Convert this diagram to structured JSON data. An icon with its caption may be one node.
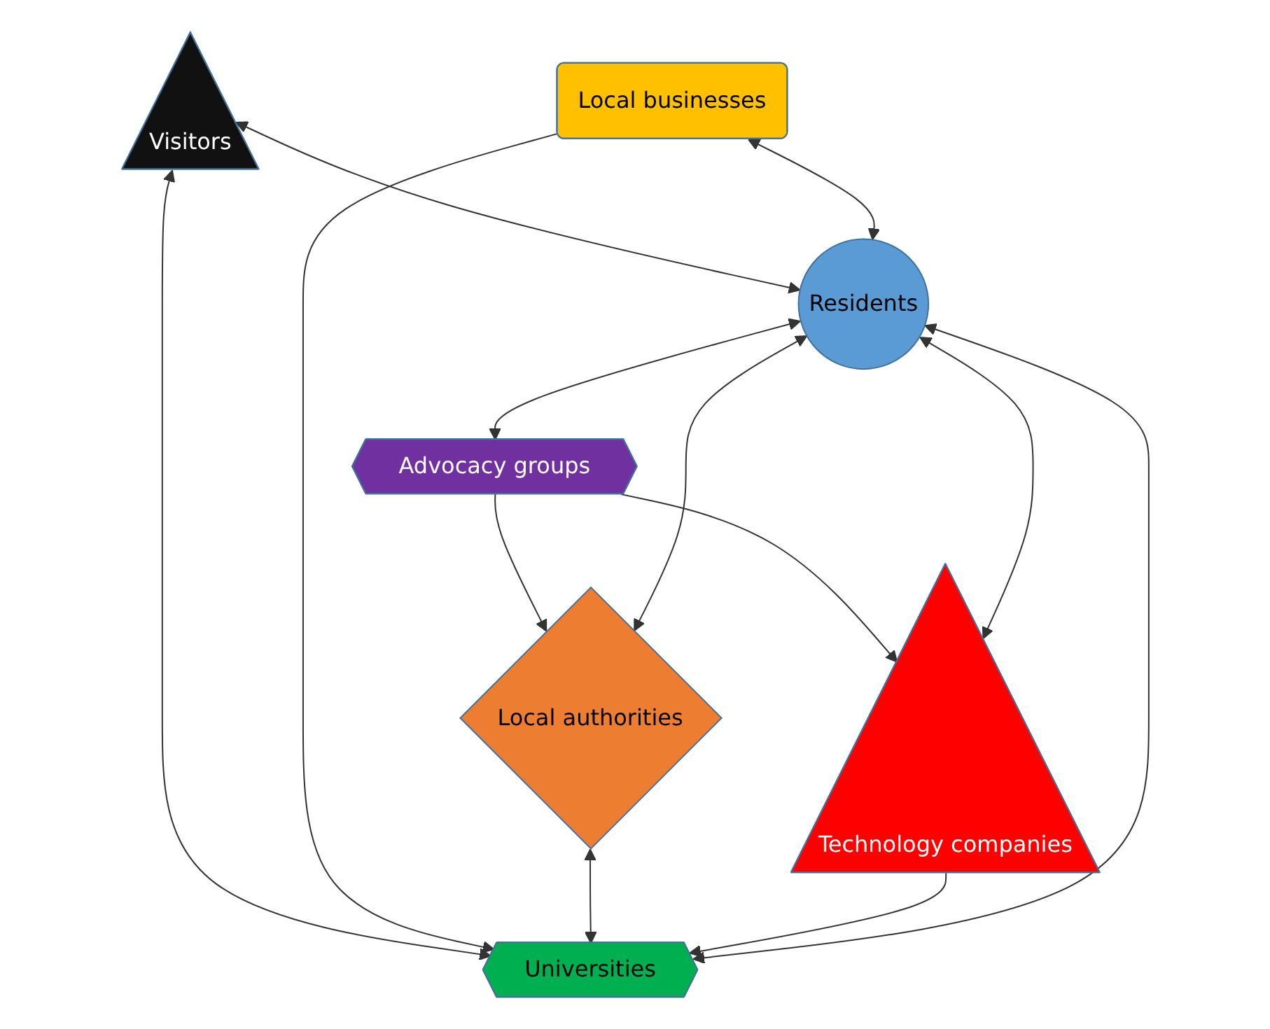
{
  "diagram": {
    "nodes": [
      {
        "text": [
          "Visitors"
        ]
      },
      {
        "text": [
          "Local businesses"
        ]
      },
      {
        "text": [
          "Local authorities"
        ]
      },
      {
        "text": [
          "Advocacy groups"
        ]
      },
      {
        "text": [
          "Residents"
        ]
      },
      {
        "text": [
          "Universities"
        ]
      },
      {
        "text": [
          "Technology companies"
        ]
      }
    ],
    "edges": [
      {
        "from": 0,
        "to": 4,
        "arrow": "both"
      },
      {
        "from": 0,
        "to": 5,
        "arrow": "both"
      },
      {
        "from": 1,
        "to": 5,
        "arrow": "to"
      },
      {
        "from": 1,
        "to": 4,
        "arrow": "both"
      },
      {
        "from": 2,
        "to": 4,
        "arrow": "both"
      },
      {
        "from": 2,
        "to": 5,
        "arrow": "both"
      },
      {
        "from": 3,
        "to": 2,
        "arrow": "to"
      },
      {
        "from": 4,
        "to": 3,
        "arrow": "both"
      },
      {
        "from": 3,
        "to": 6,
        "arrow": "to"
      },
      {
        "from": 4,
        "to": 6,
        "arrow": "both"
      },
      {
        "from": 6,
        "to": 5,
        "arrow": "to"
      },
      {
        "from": 5,
        "to": 4,
        "arrow": "both"
      }
    ]
  }
}
